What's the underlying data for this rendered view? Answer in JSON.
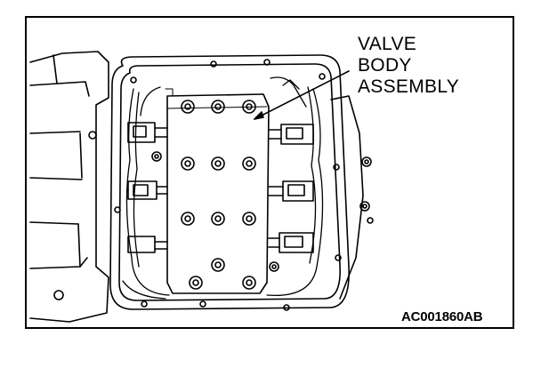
{
  "figure": {
    "callout_lines": [
      "VALVE",
      "BODY",
      "ASSEMBLY"
    ],
    "figure_code": "AC001860AB",
    "line_color": "#000000",
    "background_color": "#ffffff"
  }
}
